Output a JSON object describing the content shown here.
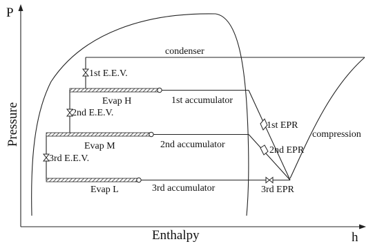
{
  "axes": {
    "y_title": "Pressure",
    "y_symbol": "P",
    "x_title": "Enthalpy",
    "x_symbol": "h"
  },
  "labels": {
    "condenser": "condenser",
    "eev1": "1st E.E.V.",
    "eev2": "2nd E.E.V.",
    "eev3": "3rd E.E.V.",
    "evap_h": "Evap H",
    "evap_m": "Evap M",
    "evap_l": "Evap L",
    "acc1": "1st accumulator",
    "acc2": "2nd accumulator",
    "acc3": "3rd accumulator",
    "epr1": "1st EPR",
    "epr2": "2nd EPR",
    "epr3": "3rd EPR",
    "compression": "compression"
  }
}
